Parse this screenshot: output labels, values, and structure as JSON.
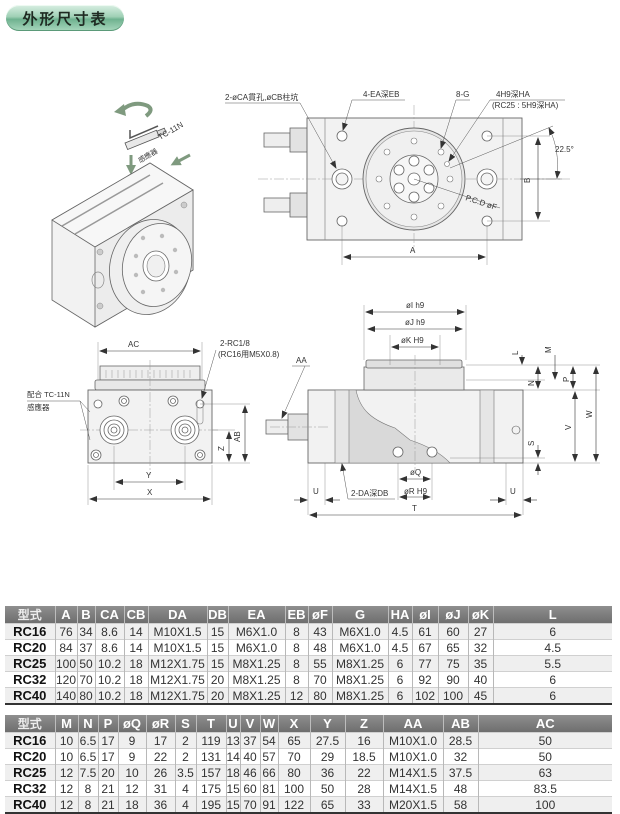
{
  "header": {
    "title": "外形尺寸表"
  },
  "drawing": {
    "iso_view": {
      "sensor_label": "TC-11N",
      "sensor_name": "感應器"
    },
    "top_view": {
      "callout_ca_cb": "2-øCA貫孔,øCB柱坑",
      "callout_ea_eb": "4-EA深EB",
      "callout_g": "8-G",
      "callout_h9": "4H9深HA",
      "callout_h9_note": "(RC25 : 5H9深HA)",
      "angle": "22.5°",
      "pcd": "P.C.D øF",
      "dim_a": "A",
      "dim_b": "B"
    },
    "front_view": {
      "dim_ac": "AC",
      "callout_port": "2-RC1/8",
      "callout_port_note": "(RC16用M5X0.8)",
      "sensor_fit": "配合 TC-11N",
      "sensor_name": "感應器",
      "dim_ab": "AB",
      "dim_z": "Z",
      "dim_y": "Y",
      "dim_x": "X"
    },
    "side_view": {
      "callout_aa": "AA",
      "dim_i": "øI h9",
      "dim_j": "øJ h9",
      "dim_k": "øK H9",
      "dim_l": "L",
      "dim_m": "M",
      "dim_n": "N",
      "dim_p": "P",
      "dim_v": "V",
      "dim_w": "W",
      "dim_s": "S",
      "dim_q": "øQ",
      "dim_r": "øR H9",
      "callout_da_db": "2-DA深DB",
      "dim_u_left": "U",
      "dim_u_right": "U",
      "dim_t": "T"
    }
  },
  "table1": {
    "headers": [
      "型式",
      "A",
      "B",
      "CA",
      "CB",
      "DA",
      "DB",
      "EA",
      "EB",
      "øF",
      "G",
      "HA",
      "øI",
      "øJ",
      "øK",
      "L"
    ],
    "rows": [
      [
        "RC16",
        "76",
        "34",
        "8.6",
        "14",
        "M10X1.5",
        "15",
        "M6X1.0",
        "8",
        "43",
        "M6X1.0",
        "4.5",
        "61",
        "60",
        "27",
        "6"
      ],
      [
        "RC20",
        "84",
        "37",
        "8.6",
        "14",
        "M10X1.5",
        "15",
        "M6X1.0",
        "8",
        "48",
        "M6X1.0",
        "4.5",
        "67",
        "65",
        "32",
        "4.5"
      ],
      [
        "RC25",
        "100",
        "50",
        "10.2",
        "18",
        "M12X1.75",
        "15",
        "M8X1.25",
        "8",
        "55",
        "M8X1.25",
        "6",
        "77",
        "75",
        "35",
        "5.5"
      ],
      [
        "RC32",
        "120",
        "70",
        "10.2",
        "18",
        "M12X1.75",
        "20",
        "M8X1.25",
        "8",
        "70",
        "M8X1.25",
        "6",
        "92",
        "90",
        "40",
        "6"
      ],
      [
        "RC40",
        "140",
        "80",
        "10.2",
        "18",
        "M12X1.75",
        "20",
        "M8X1.25",
        "12",
        "80",
        "M8X1.25",
        "6",
        "102",
        "100",
        "45",
        "6"
      ]
    ]
  },
  "table2": {
    "headers": [
      "型式",
      "M",
      "N",
      "P",
      "øQ",
      "øR",
      "S",
      "T",
      "U",
      "V",
      "W",
      "X",
      "Y",
      "Z",
      "AA",
      "AB",
      "AC"
    ],
    "rows": [
      [
        "RC16",
        "10",
        "6.5",
        "17",
        "9",
        "17",
        "2",
        "119",
        "13",
        "37",
        "54",
        "65",
        "27.5",
        "16",
        "M10X1.0",
        "28.5",
        "50"
      ],
      [
        "RC20",
        "10",
        "6.5",
        "17",
        "9",
        "22",
        "2",
        "131",
        "14",
        "40",
        "57",
        "70",
        "29",
        "18.5",
        "M10X1.0",
        "32",
        "50"
      ],
      [
        "RC25",
        "12",
        "7.5",
        "20",
        "10",
        "26",
        "3.5",
        "157",
        "18",
        "46",
        "66",
        "80",
        "36",
        "22",
        "M14X1.5",
        "37.5",
        "63"
      ],
      [
        "RC32",
        "12",
        "8",
        "21",
        "12",
        "31",
        "4",
        "175",
        "15",
        "60",
        "81",
        "100",
        "50",
        "28",
        "M14X1.5",
        "48",
        "83.5"
      ],
      [
        "RC40",
        "12",
        "8",
        "21",
        "18",
        "36",
        "4",
        "195",
        "15",
        "70",
        "91",
        "122",
        "65",
        "33",
        "M20X1.5",
        "58",
        "100"
      ]
    ]
  }
}
